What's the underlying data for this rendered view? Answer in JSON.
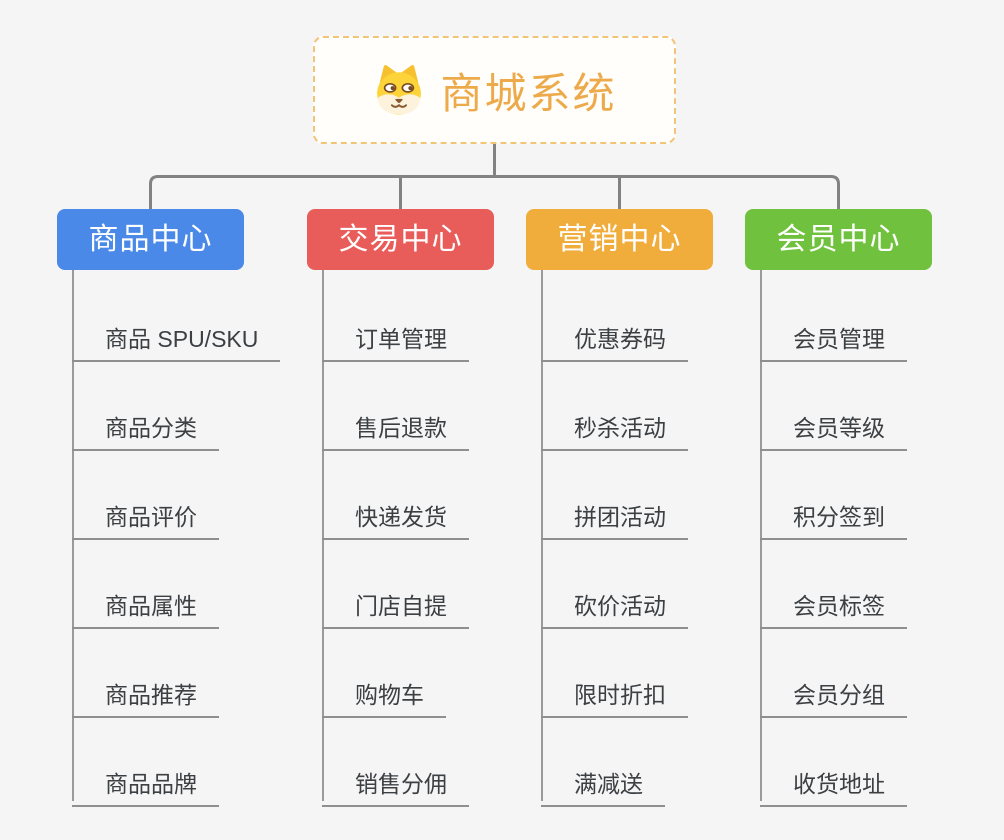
{
  "root": {
    "title": "商城系统",
    "icon": "shiba-dog-icon",
    "title_color": "#edaa4b",
    "border_color": "#f2c478"
  },
  "connector_color": "#828282",
  "branches": [
    {
      "label": "商品中心",
      "color": "#4a89e8",
      "items": [
        "商品 SPU/SKU",
        "商品分类",
        "商品评价",
        "商品属性",
        "商品推荐",
        "商品品牌"
      ]
    },
    {
      "label": "交易中心",
      "color": "#e85c59",
      "items": [
        "订单管理",
        "售后退款",
        "快递发货",
        "门店自提",
        "购物车",
        "销售分佣"
      ]
    },
    {
      "label": "营销中心",
      "color": "#f0ad3c",
      "items": [
        "优惠券码",
        "秒杀活动",
        "拼团活动",
        "砍价活动",
        "限时折扣",
        "满减送"
      ]
    },
    {
      "label": "会员中心",
      "color": "#70c23e",
      "items": [
        "会员管理",
        "会员等级",
        "积分签到",
        "会员标签",
        "会员分组",
        "收货地址"
      ]
    }
  ]
}
